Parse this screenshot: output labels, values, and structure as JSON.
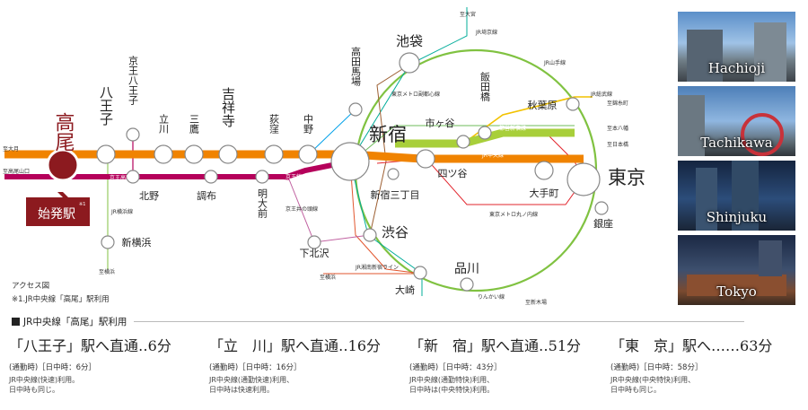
{
  "stations": {
    "takao": "高尾",
    "hachioji": "八王子",
    "keio_hachioji": "京王八王子",
    "tachikawa": "立川",
    "mitaka": "三鷹",
    "kichijoji": "吉祥寺",
    "ogikubo": "荻窪",
    "nakano": "中野",
    "shinjuku": "新宿",
    "takadanobaba": "高田馬場",
    "ikebukuro": "池袋",
    "iidabashi": "飯田橋",
    "ichigaya": "市ヶ谷",
    "yotsuya": "四ツ谷",
    "akihabara": "秋葉原",
    "tokyo": "東京",
    "otemachi": "大手町",
    "ginza": "銀座",
    "shinjuku_sanchome": "新宿三丁目",
    "shibuya": "渋谷",
    "shimokitazawa": "下北沢",
    "meidaimae": "明大前",
    "chofu": "調布",
    "kitano": "北野",
    "shin_yokohama": "新横浜",
    "shinagawa": "品川",
    "osaki": "大崎",
    "origin_badge": "始発駅"
  },
  "small_labels": {
    "chuo_rapid": "JR中央線",
    "keio_takao_line": "京王高尾線",
    "keio_line": "京王線",
    "keio_inokashira": "京王井の頭線",
    "yamanote": "JR山手線",
    "saikyo": "JR埼京線",
    "yokohama": "JR横浜線",
    "shonan_shinjuku": "JR湘南新宿ライン",
    "fukutoshin": "東京メトロ副都心線",
    "marunouchi": "東京メトロ丸ノ内線",
    "tozai": "都営新宿線",
    "sobu": "JR総武線",
    "rinkai": "りんかい線",
    "to_omiya": "至大宮",
    "to_nishifunabashi": "至錦糸町",
    "to_motoyawata": "至本八幡",
    "to_nihonbashi": "至日本橋",
    "to_otsuki": "至大月",
    "to_takaosanguchi": "至高尾山口",
    "to_yokohama1": "至横浜",
    "to_yokohama2": "至横浜",
    "to_shinkiba": "至新木場",
    "footnote_mark": "※1"
  },
  "notes": {
    "access": "アクセス図",
    "footnote": "※1.JR中央線「高尾」駅利用"
  },
  "section_title": "JR中央線「高尾」駅利用",
  "routes": [
    {
      "main": "「八王子」駅へ直通‥6分",
      "sub1": "(通勤時)［日中時：6分］",
      "sub2a": "JR中央線(快速)利用。",
      "sub2b": "日中時も同じ。"
    },
    {
      "main": "「立　川」駅へ直通‥16分",
      "sub1": "(通勤時)［日中時：16分］",
      "sub2a": "JR中央線(通勤快速)利用、",
      "sub2b": "日中時は快速利用。"
    },
    {
      "main": "「新　宿」駅へ直通‥51分",
      "sub1": "(通勤時)［日中時：43分］",
      "sub2a": "JR中央線(通勤特快)利用、",
      "sub2b": "日中時は(中央特快)利用。"
    },
    {
      "main": "「東　京」駅へ‥‥‥63分",
      "sub1": "(通勤時)［日中時：58分］",
      "sub2a": "JR中央線(中央特快)利用、",
      "sub2b": "日中時も同じ。"
    }
  ],
  "photos": [
    {
      "caption": "Hachioji"
    },
    {
      "caption": "Tachikawa"
    },
    {
      "caption": "Shinjuku"
    },
    {
      "caption": "Tokyo"
    }
  ],
  "colors": {
    "chuo": "#f08300",
    "keio": "#b5005b",
    "yamanote": "#80c241",
    "sobu": "#a8cf3a",
    "takao_circle": "#8c1a1f",
    "shonan": "#e2562e",
    "saikyo": "#00ac9a",
    "fukutoshin": "#9c5e31",
    "inokashira": "#c060a0"
  }
}
